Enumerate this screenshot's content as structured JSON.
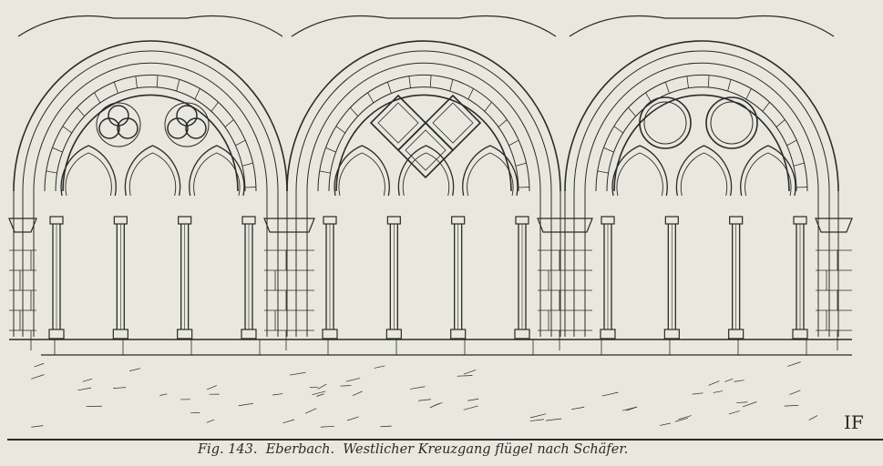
{
  "figure": {
    "caption": "Fig. 143.  Eberbach.  Westlicher Kreuzgang flügel nach Schäfer.",
    "monogram": "IF",
    "bays": [
      {
        "tracery": "trefoils",
        "lancets": 3
      },
      {
        "tracery": "diamonds",
        "lancets": 3
      },
      {
        "tracery": "circles",
        "lancets": 3
      }
    ],
    "ink_color": "#2a2a2a",
    "paper_color": "#e9e8de"
  }
}
